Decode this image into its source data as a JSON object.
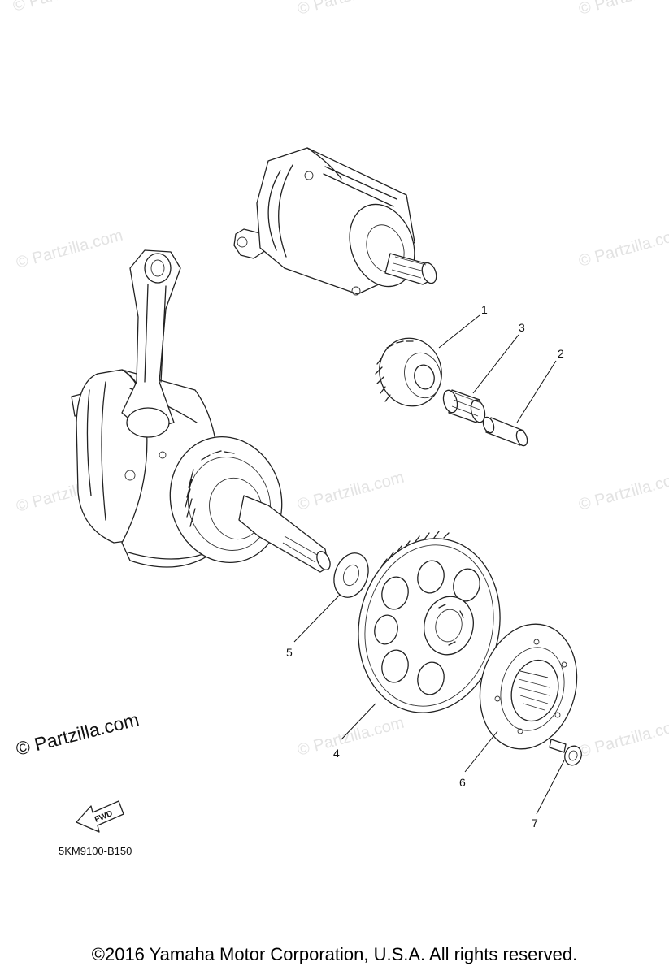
{
  "watermarks": [
    "© Partzilla.com"
  ],
  "brand_mark": "© Partzilla.com",
  "diagram_code": "5KM9100-B150",
  "fwd_label": "FWD",
  "callouts": [
    "1",
    "2",
    "3",
    "4",
    "5",
    "6",
    "7"
  ],
  "copyright": "©2016 Yamaha Motor Corporation, U.S.A. All rights reserved."
}
